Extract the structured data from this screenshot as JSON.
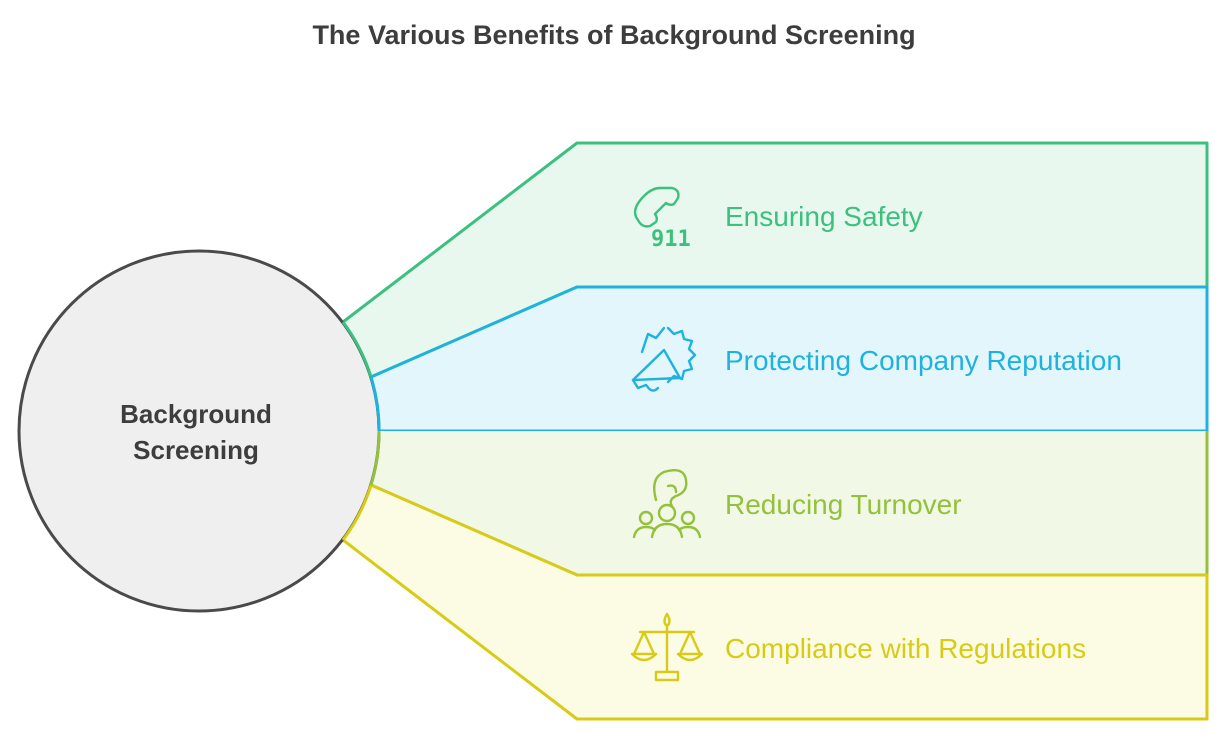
{
  "title": "The Various Benefits of Background Screening",
  "center": {
    "line1": "Background",
    "line2": "Screening"
  },
  "benefits": [
    {
      "label": "Ensuring Safety",
      "icon": "phone-911-icon",
      "icon_text": "911",
      "stroke": "#3cc07f",
      "fill": "#e8f8ef"
    },
    {
      "label": "Protecting Company Reputation",
      "icon": "megaphone-icon",
      "stroke": "#1fb2de",
      "fill": "#e3f6fc"
    },
    {
      "label": "Reducing Turnover",
      "icon": "people-icon",
      "stroke": "#94c13c",
      "fill": "#f2f8e6"
    },
    {
      "label": "Compliance with Regulations",
      "icon": "scales-icon",
      "stroke": "#d8cb17",
      "fill": "#fcfbe3"
    }
  ]
}
